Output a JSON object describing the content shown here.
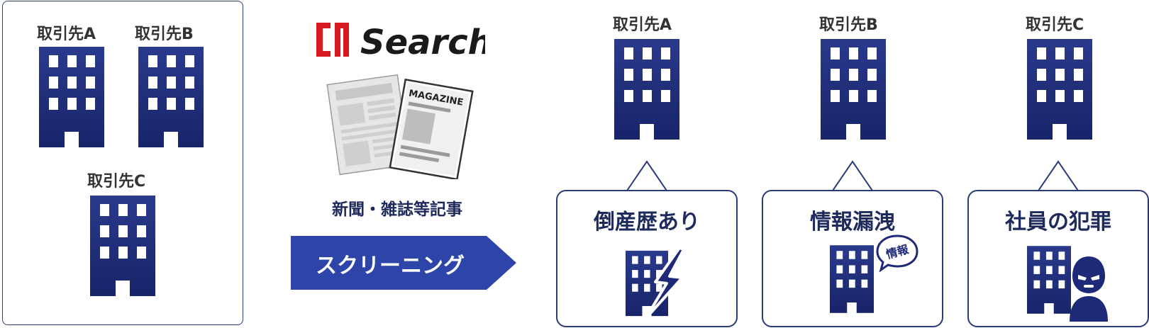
{
  "colors": {
    "navy": "#1e2a78",
    "navy_gradient_top": "#2a3a8c",
    "navy_gradient_bottom": "#182468",
    "arrow_blue": "#2d44a8",
    "logo_red": "#d71920"
  },
  "left_panel": {
    "companies": [
      {
        "label": "取引先A"
      },
      {
        "label": "取引先B"
      },
      {
        "label": "取引先C"
      }
    ]
  },
  "center": {
    "logo_text": "Search",
    "media_caption": "新聞・雑誌等記事",
    "magazine_label": "MAGAZINE",
    "screening_label": "スクリーニング"
  },
  "results": [
    {
      "company": "取引先A",
      "risk": "倒産歴あり",
      "icon": "lightning-icon"
    },
    {
      "company": "取引先B",
      "risk": "情報漏洩",
      "icon": "speech-bubble-icon",
      "bubble_text": "情報"
    },
    {
      "company": "取引先C",
      "risk": "社員の犯罪",
      "icon": "masked-criminal-icon"
    }
  ]
}
